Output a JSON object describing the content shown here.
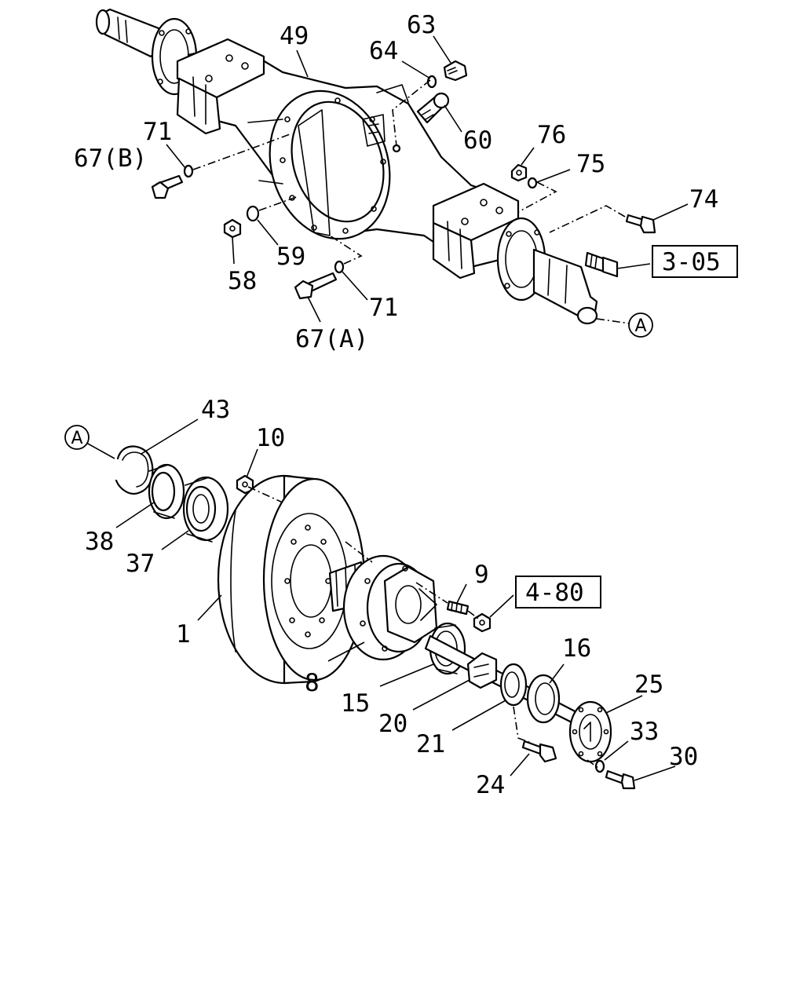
{
  "labels": {
    "p49": "49",
    "p63": "63",
    "p64": "64",
    "p60": "60",
    "p71_upper": "71",
    "p67b": "67(B)",
    "p76": "76",
    "p75": "75",
    "p74": "74",
    "p59": "59",
    "p58": "58",
    "p71_lower": "71",
    "p67a": "67(A)",
    "p43": "43",
    "p10": "10",
    "p38": "38",
    "p37": "37",
    "p1": "1",
    "p9": "9",
    "p8": "8",
    "p15": "15",
    "p16": "16",
    "p25": "25",
    "p20": "20",
    "p21": "21",
    "p33": "33",
    "p30": "30",
    "p24": "24"
  },
  "refs": {
    "ref_3_05": "3-05",
    "ref_4_80": "4-80"
  },
  "connectors": {
    "upper": "A",
    "lower": "A"
  }
}
